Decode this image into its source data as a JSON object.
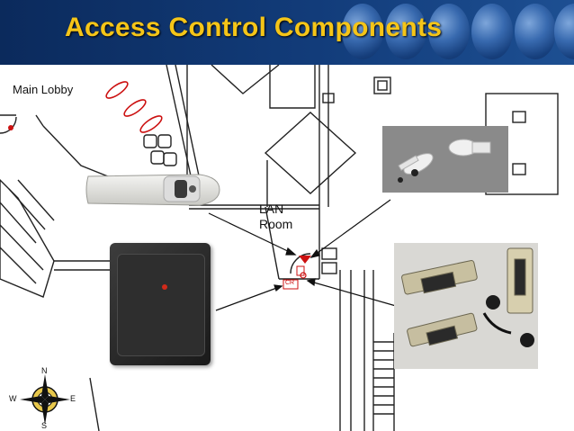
{
  "header": {
    "title": "Access Control Components"
  },
  "plan": {
    "main_lobby_label": "Main Lobby",
    "lan_room_line1": "LAN",
    "lan_room_line2": "Room",
    "card_reader_tag": "CR"
  },
  "compass": {
    "north": "N",
    "south": "S",
    "east": "E",
    "west": "W"
  },
  "colors": {
    "title": "#f5c518",
    "header_bg": "#123c7a",
    "marker_red": "#cc1111"
  }
}
